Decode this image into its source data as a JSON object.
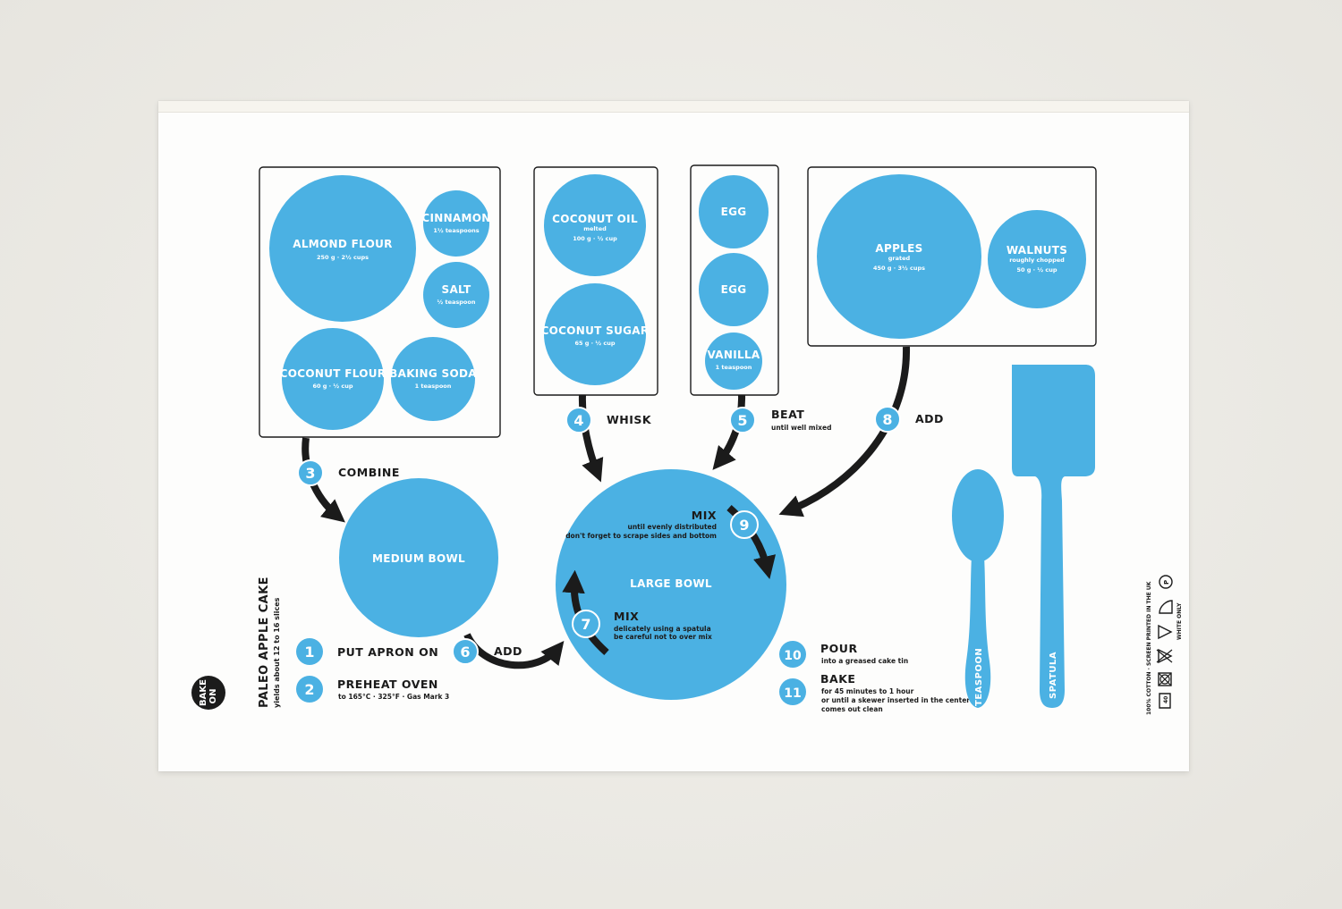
{
  "colors": {
    "accent": "#4bb1e3",
    "ink": "#1b1b1b",
    "towel": "#fdfdfc"
  },
  "logo": {
    "line1": "BAKE",
    "line2": "ON"
  },
  "recipe": {
    "title": "PALEO APPLE CAKE",
    "yield": "yields about 12 to 16 slices"
  },
  "ingredients": {
    "almond_flour": {
      "name": "ALMOND FLOUR",
      "amount": "250 g · 2½ cups"
    },
    "cinnamon": {
      "name": "CINNAMON",
      "amount": "1½ teaspoons"
    },
    "salt": {
      "name": "SALT",
      "amount": "½ teaspoon"
    },
    "coconut_flour": {
      "name": "COCONUT FLOUR",
      "amount": "60 g · ½ cup"
    },
    "baking_soda": {
      "name": "BAKING SODA",
      "amount": "1 teaspoon"
    },
    "coconut_oil": {
      "name": "COCONUT OIL",
      "note": "melted",
      "amount": "100 g · ½ cup"
    },
    "coconut_sugar": {
      "name": "COCONUT SUGAR",
      "amount": "65 g · ½ cup"
    },
    "egg1": {
      "name": "EGG"
    },
    "egg2": {
      "name": "EGG"
    },
    "vanilla": {
      "name": "VANILLA",
      "amount": "1 teaspoon"
    },
    "apples": {
      "name": "APPLES",
      "note": "grated",
      "amount": "450 g · 3½ cups"
    },
    "walnuts": {
      "name": "WALNUTS",
      "note": "roughly chopped",
      "amount": "50 g · ½ cup"
    }
  },
  "bowls": {
    "medium": "MEDIUM BOWL",
    "large": "LARGE BOWL"
  },
  "steps": [
    {
      "num": "1",
      "label": "PUT APRON ON",
      "sub": ""
    },
    {
      "num": "2",
      "label": "PREHEAT OVEN",
      "sub": "to 165°C · 325°F · Gas Mark 3"
    },
    {
      "num": "3",
      "label": "COMBINE",
      "sub": ""
    },
    {
      "num": "4",
      "label": "WHISK",
      "sub": ""
    },
    {
      "num": "5",
      "label": "BEAT",
      "sub": "until well mixed"
    },
    {
      "num": "6",
      "label": "ADD",
      "sub": ""
    },
    {
      "num": "7",
      "label": "MIX",
      "sub": "delicately using a spatula",
      "sub2": "be careful not to over mix"
    },
    {
      "num": "8",
      "label": "ADD",
      "sub": ""
    },
    {
      "num": "9",
      "label": "MIX",
      "sub": "until evenly distributed",
      "sub2": "don't forget to scrape sides and bottom"
    },
    {
      "num": "10",
      "label": "POUR",
      "sub": "into a greased cake tin"
    },
    {
      "num": "11",
      "label": "BAKE",
      "sub": "for 45 minutes to 1 hour",
      "sub2": "or until a skewer inserted in the center",
      "sub3": "comes out clean"
    }
  ],
  "tools": {
    "teaspoon": "TEASPOON",
    "spatula": "SPATULA"
  },
  "care": {
    "label": "100% COTTON · SCREEN PRINTED IN THE UK",
    "iron_note": "WHITE ONLY",
    "wash_temp": "40"
  }
}
